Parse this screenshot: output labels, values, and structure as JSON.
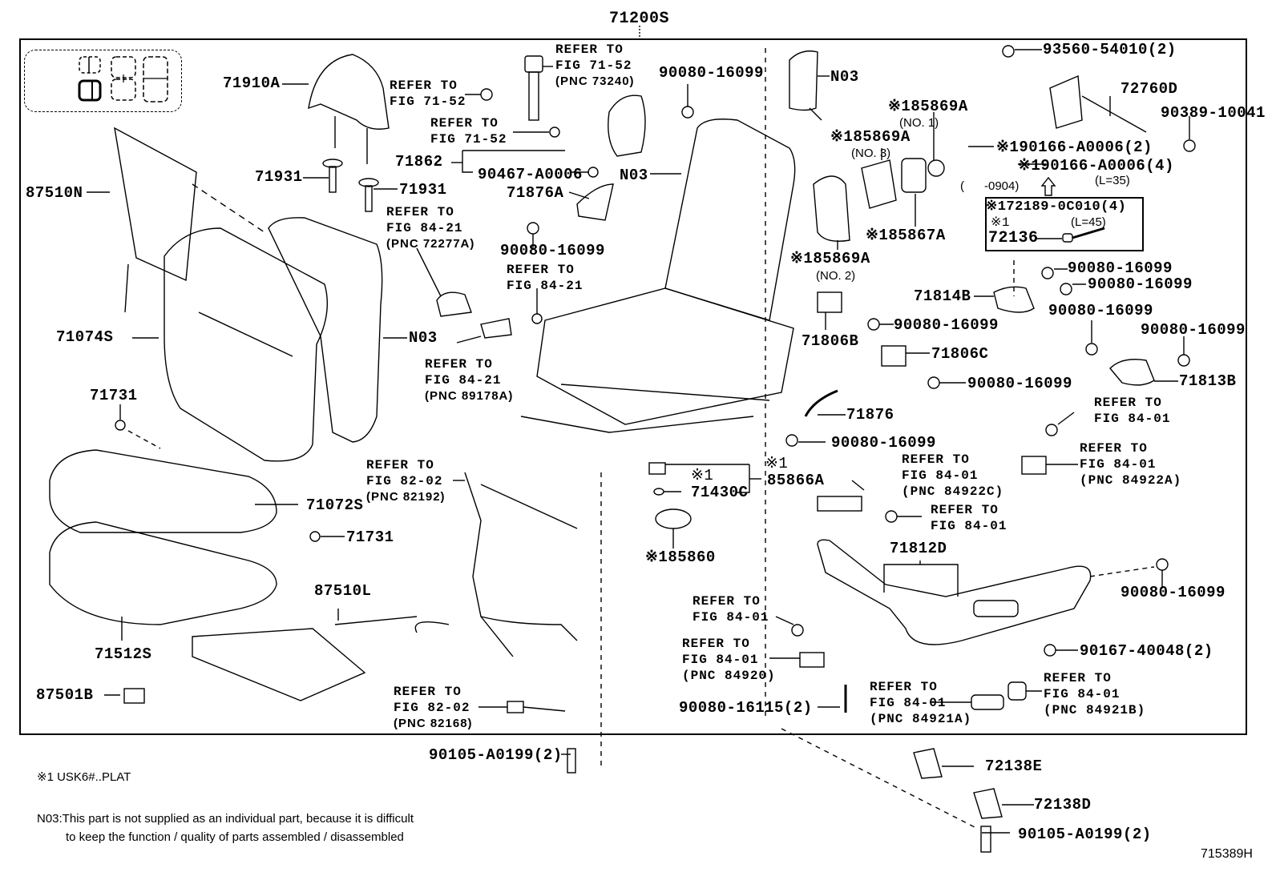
{
  "diagram": {
    "assembly_number": "71200S",
    "figure_id": "715389H",
    "vehicle_icon": "seat-position-map-icon",
    "labels": [
      {
        "id": "p-71910A",
        "text": "71910A"
      },
      {
        "id": "p-71931-a",
        "text": "71931"
      },
      {
        "id": "p-71931-b",
        "text": "71931"
      },
      {
        "id": "p-87510N",
        "text": "87510N"
      },
      {
        "id": "p-71074S",
        "text": "71074S"
      },
      {
        "id": "p-N03-back",
        "text": "N03"
      },
      {
        "id": "p-71731-a",
        "text": "71731"
      },
      {
        "id": "p-71072S",
        "text": "71072S"
      },
      {
        "id": "p-71731-b",
        "text": "71731"
      },
      {
        "id": "p-71512S",
        "text": "71512S"
      },
      {
        "id": "p-87510L",
        "text": "87510L"
      },
      {
        "id": "p-87501B",
        "text": "87501B"
      },
      {
        "id": "p-71862",
        "text": "71862"
      },
      {
        "id": "p-90467",
        "text": "90467-A0006"
      },
      {
        "id": "p-71876A",
        "text": "71876A"
      },
      {
        "id": "p-90080-a",
        "text": "90080-16099"
      },
      {
        "id": "p-90080-b",
        "text": "90080-16099"
      },
      {
        "id": "p-N03-frame",
        "text": "N03"
      },
      {
        "id": "p-N03-top",
        "text": "N03"
      },
      {
        "id": "p-85869A-1",
        "text": "※185869A"
      },
      {
        "id": "p-85869A-3",
        "text": "※185869A"
      },
      {
        "id": "p-85869A-2",
        "text": "※185869A"
      },
      {
        "id": "p-85867A",
        "text": "※185867A"
      },
      {
        "id": "p-93560",
        "text": "93560-54010(2)"
      },
      {
        "id": "p-72760D",
        "text": "72760D"
      },
      {
        "id": "p-90389",
        "text": "90389-10041"
      },
      {
        "id": "p-90166-2",
        "text": "※190166-A0006(2)"
      },
      {
        "id": "p-90166-4",
        "text": "※190166-A0006(4)"
      },
      {
        "id": "p-72189",
        "text": "※172189-0C010(4)"
      },
      {
        "id": "p-72136-mark",
        "text": "※1"
      },
      {
        "id": "p-72136",
        "text": "72136"
      },
      {
        "id": "p-90080-c",
        "text": "90080-16099"
      },
      {
        "id": "p-90080-d",
        "text": "90080-16099"
      },
      {
        "id": "p-71814B",
        "text": "71814B"
      },
      {
        "id": "p-90080-e",
        "text": "90080-16099"
      },
      {
        "id": "p-90080-f",
        "text": "90080-16099"
      },
      {
        "id": "p-71813B",
        "text": "71813B"
      },
      {
        "id": "p-71806B",
        "text": "71806B"
      },
      {
        "id": "p-90080-g",
        "text": "90080-16099"
      },
      {
        "id": "p-71806C",
        "text": "71806C"
      },
      {
        "id": "p-90080-h",
        "text": "90080-16099"
      },
      {
        "id": "p-71876",
        "text": "71876"
      },
      {
        "id": "p-90080-i",
        "text": "90080-16099"
      },
      {
        "id": "p-85866A-mark",
        "text": "※1"
      },
      {
        "id": "p-85866A",
        "text": "85866A"
      },
      {
        "id": "p-71430C-mark",
        "text": "※1"
      },
      {
        "id": "p-71430C",
        "text": "71430C"
      },
      {
        "id": "p-85860",
        "text": "※185860"
      },
      {
        "id": "p-71812D",
        "text": "71812D"
      },
      {
        "id": "p-90080-j",
        "text": "90080-16099"
      },
      {
        "id": "p-90167",
        "text": "90167-40048(2)"
      },
      {
        "id": "p-90080-16115",
        "text": "90080-16115(2)"
      },
      {
        "id": "p-90105-a",
        "text": "90105-A0199(2)"
      },
      {
        "id": "p-72138E",
        "text": "72138E"
      },
      {
        "id": "p-72138D",
        "text": "72138D"
      },
      {
        "id": "p-90105-b",
        "text": "90105-A0199(2)"
      }
    ],
    "sub_labels": {
      "no1": "(NO. 1)",
      "no2": "(NO. 2)",
      "no3": "(NO. 3)",
      "l35": "(L=35)",
      "l45": "(L=45)",
      "date_range": "(      -0904)"
    },
    "references": [
      {
        "id": "r1",
        "line1": "REFER TO",
        "line2": "FIG 71-52",
        "line3": ""
      },
      {
        "id": "r2",
        "line1": "REFER TO",
        "line2": "FIG 71-52",
        "line3": "(PNC 73240)"
      },
      {
        "id": "r3",
        "line1": "REFER TO",
        "line2": "FIG 71-52",
        "line3": ""
      },
      {
        "id": "r4",
        "line1": "REFER TO",
        "line2": "FIG 84-21",
        "line3": "(PNC 72277A)"
      },
      {
        "id": "r5",
        "line1": "REFER TO",
        "line2": "FIG 84-21",
        "line3": ""
      },
      {
        "id": "r6",
        "line1": "REFER TO",
        "line2": "FIG 84-21",
        "line3": "(PNC 89178A)"
      },
      {
        "id": "r7",
        "line1": "REFER TO",
        "line2": "FIG 82-02",
        "line3": "(PNC 82192)"
      },
      {
        "id": "r8",
        "line1": "REFER TO",
        "line2": "FIG 82-02",
        "line3": "(PNC 82168)"
      },
      {
        "id": "r9",
        "line1": "REFER TO",
        "line2": "FIG 84-01",
        "line3": ""
      },
      {
        "id": "r10",
        "line1": "REFER TO",
        "line2": "FIG 84-01",
        "line3": "(PNC 84922A)"
      },
      {
        "id": "r11",
        "line1": "REFER TO",
        "line2": "FIG 84-01",
        "line3": "(PNC 84922C)"
      },
      {
        "id": "r12",
        "line1": "REFER TO",
        "line2": "FIG 84-01",
        "line3": ""
      },
      {
        "id": "r13",
        "line1": "REFER TO",
        "line2": "FIG 84-01",
        "line3": ""
      },
      {
        "id": "r14",
        "line1": "REFER TO",
        "line2": "FIG 84-01",
        "line3": "(PNC 84920)"
      },
      {
        "id": "r15",
        "line1": "REFER TO",
        "line2": "FIG 84-01",
        "line3": "(PNC 84921A)"
      },
      {
        "id": "r16",
        "line1": "REFER TO",
        "line2": "FIG 84-01",
        "line3": "(PNC 84921B)"
      }
    ],
    "notes": {
      "note1": "※1 USK6#..PLAT",
      "note2_line1": "N03:This part is not supplied as an individual part, because it is difficult",
      "note2_line2": "to keep the function / quality of parts assembled / disassembled"
    }
  }
}
